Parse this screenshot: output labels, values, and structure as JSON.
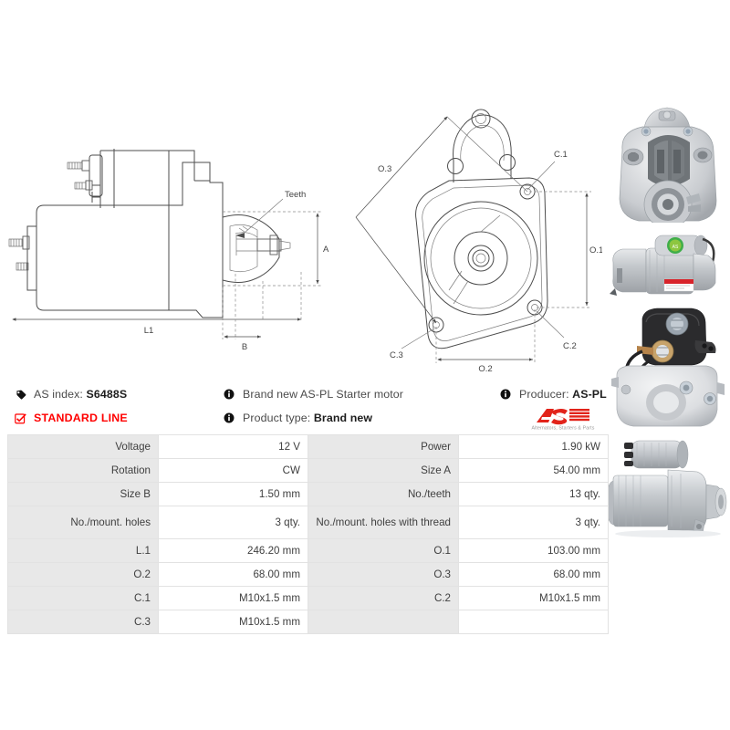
{
  "product": {
    "as_index_label": "AS index:",
    "as_index_value": "S6488S",
    "line_badge": "STANDARD LINE",
    "description": "Brand new AS-PL Starter motor",
    "product_type_label": "Product type:",
    "product_type_value": "Brand new",
    "producer_label": "Producer:",
    "producer_value": "AS-PL",
    "logo_text": "AS",
    "logo_tagline": "Alternators, Starters & Parts",
    "accent_red": "#ff0000",
    "logo_red": "#e2231a"
  },
  "drawings": {
    "side_view": {
      "labels": {
        "teeth": "Teeth",
        "a": "A",
        "b": "B",
        "l1": "L1"
      }
    },
    "front_view": {
      "labels": {
        "o1": "O.1",
        "o2": "O.2",
        "o3": "O.3",
        "c1": "C.1",
        "c2": "C.2",
        "c3": "C.3"
      }
    }
  },
  "spec_table": {
    "rows": [
      {
        "k1": "Voltage",
        "v1": "12 V",
        "k2": "Power",
        "v2": "1.90 kW",
        "tall": false
      },
      {
        "k1": "Rotation",
        "v1": "CW",
        "k2": "Size A",
        "v2": "54.00 mm",
        "tall": false
      },
      {
        "k1": "Size B",
        "v1": "1.50 mm",
        "k2": "No./teeth",
        "v2": "13 qty.",
        "tall": false
      },
      {
        "k1": "No./mount. holes",
        "v1": "3 qty.",
        "k2": "No./mount. holes with thread",
        "v2": "3 qty.",
        "tall": true
      },
      {
        "k1": "L.1",
        "v1": "246.20 mm",
        "k2": "O.1",
        "v2": "103.00 mm",
        "tall": false
      },
      {
        "k1": "O.2",
        "v1": "68.00 mm",
        "k2": "O.3",
        "v2": "68.00 mm",
        "tall": false
      },
      {
        "k1": "C.1",
        "v1": "M10x1.5 mm",
        "k2": "C.2",
        "v2": "M10x1.5 mm",
        "tall": false
      },
      {
        "k1": "C.3",
        "v1": "M10x1.5 mm",
        "k2": "",
        "v2": "",
        "tall": false
      }
    ]
  },
  "photos": [
    {
      "caption": "starter-motor-front-housing"
    },
    {
      "caption": "starter-motor-angled-full"
    },
    {
      "caption": "starter-motor-solenoid-rear"
    },
    {
      "caption": "starter-motor-side-full"
    }
  ]
}
